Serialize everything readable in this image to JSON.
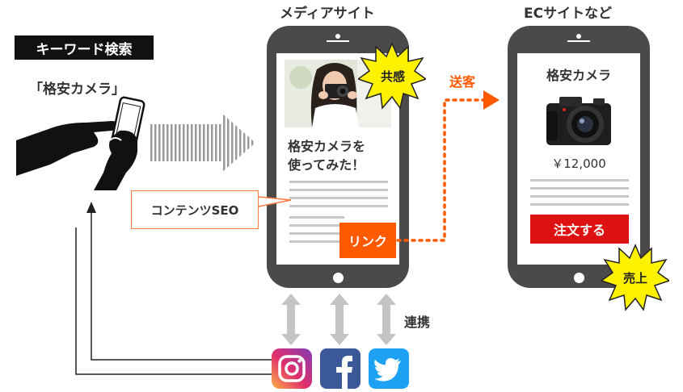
{
  "search": {
    "keyword_badge": "キーワード検索",
    "query": "「格安カメラ」"
  },
  "media_site": {
    "heading": "メディアサイト",
    "empathy_badge": "共感",
    "article_title_line1": "格安カメラを",
    "article_title_line2": "使ってみた！",
    "content_label": "コンテンツSEO",
    "link_button": "リンク"
  },
  "customer_flow": {
    "label": "送客"
  },
  "ec_site": {
    "heading": "ECサイトなど",
    "product_name": "格安カメラ",
    "price": "￥12,000",
    "order_button": "注文する",
    "sales_badge": "売上"
  },
  "social": {
    "label": "連携",
    "icons": [
      "instagram-icon",
      "facebook-icon",
      "twitter-icon"
    ]
  },
  "colors": {
    "phone": "#4a4a4a",
    "accent_orange": "#ff5a00",
    "order_red": "#dd1111",
    "burst_yellow": "#fff200",
    "stripe_gray": "#9a9a9a"
  }
}
